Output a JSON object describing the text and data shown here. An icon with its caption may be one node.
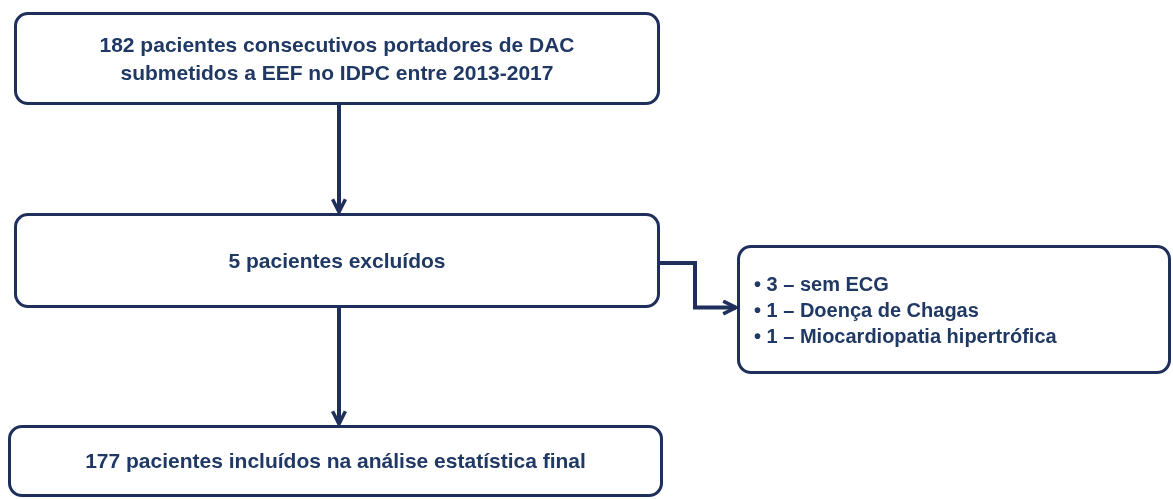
{
  "diagram": {
    "nodes": [
      {
        "text": [
          "182 pacientes consecutivos portadores de DAC submetidos a EEF no IDPC entre 2013-2017"
        ]
      },
      {
        "text": [
          "5 pacientes excluídos"
        ]
      },
      {
        "text": [
          "• 3 – sem ECG",
          "• 1 – Doença de Chagas",
          "• 1 – Miocardiopatia hipertrófica"
        ]
      },
      {
        "text": [
          "177 pacientes incluídos na análise estatística final"
        ]
      }
    ],
    "edges": [
      {
        "from": 0,
        "to": 1,
        "arrow": "to"
      },
      {
        "from": 1,
        "to": 2,
        "arrow": "to"
      },
      {
        "from": 1,
        "to": 3,
        "arrow": "to"
      }
    ]
  }
}
